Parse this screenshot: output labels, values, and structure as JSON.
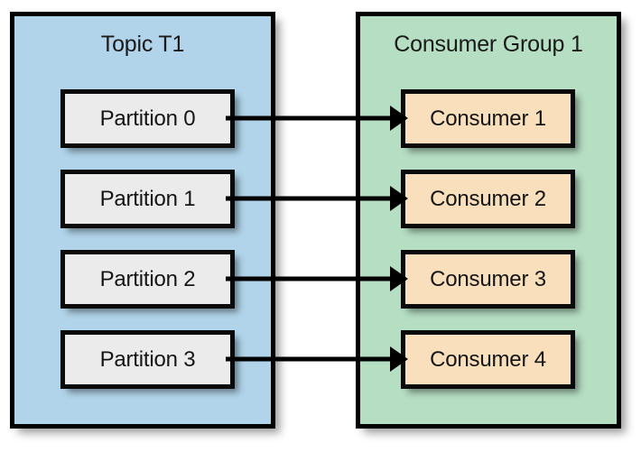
{
  "diagram": {
    "type": "kafka-consumer-group-assignment",
    "left_panel": {
      "title": "Topic T1",
      "fill_color": "#b1d4ea",
      "nodes": [
        {
          "label": "Partition 0"
        },
        {
          "label": "Partition 1"
        },
        {
          "label": "Partition 2"
        },
        {
          "label": "Partition 3"
        }
      ]
    },
    "right_panel": {
      "title": "Consumer Group 1",
      "fill_color": "#b5dec3",
      "nodes": [
        {
          "label": "Consumer 1"
        },
        {
          "label": "Consumer 2"
        },
        {
          "label": "Consumer 3"
        },
        {
          "label": "Consumer 4"
        }
      ]
    },
    "connections": [
      {
        "from": "Partition 0",
        "to": "Consumer 1"
      },
      {
        "from": "Partition 1",
        "to": "Consumer 2"
      },
      {
        "from": "Partition 2",
        "to": "Consumer 3"
      },
      {
        "from": "Partition 3",
        "to": "Consumer 4"
      }
    ],
    "colors": {
      "partition_fill": "#ebebeb",
      "consumer_fill": "#fadfbc",
      "stroke": "#000000",
      "background": "#ffffff"
    }
  }
}
